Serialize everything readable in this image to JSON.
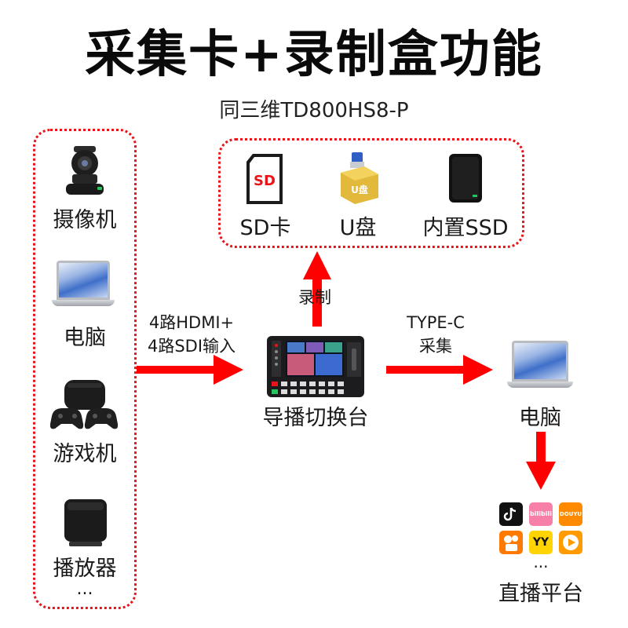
{
  "header": {
    "title": "采集卡+录制盒功能",
    "subtitle": "同三维TD800HS8-P"
  },
  "sources": {
    "items": [
      {
        "label": "摄像机",
        "icon": "ptz-camera-icon"
      },
      {
        "label": "电脑",
        "icon": "laptop-icon"
      },
      {
        "label": "游戏机",
        "icon": "game-console-icon"
      },
      {
        "label": "播放器",
        "icon": "media-player-icon"
      }
    ],
    "more": "..."
  },
  "storage": {
    "items": [
      {
        "label": "SD卡",
        "icon": "sd-card-icon",
        "icon_text": "SD"
      },
      {
        "label": "U盘",
        "icon": "usb-drive-icon",
        "icon_text": "U盘"
      },
      {
        "label": "内置SSD",
        "icon": "ssd-icon"
      }
    ]
  },
  "edges": {
    "input_line1": "4路HDMI+",
    "input_line2": "4路SDI输入",
    "record": "录制",
    "capture_line1": "TYPE-C",
    "capture_line2": "采集"
  },
  "switcher": {
    "label": "导播切换台",
    "icon": "video-switcher-icon"
  },
  "output_pc": {
    "label": "电脑",
    "icon": "laptop-icon"
  },
  "platforms": {
    "label": "直播平台",
    "more": "...",
    "logos": [
      {
        "icon": "douyin-icon",
        "color": "#111111"
      },
      {
        "icon": "bilibili-icon",
        "color": "#f77fa8",
        "text": "bilibili"
      },
      {
        "icon": "douyu-icon",
        "color": "#ff8a00",
        "text": "DOUYU"
      },
      {
        "icon": "kuaishou-icon",
        "color": "#ff7a00"
      },
      {
        "icon": "yy-icon",
        "color": "#ffd400",
        "text": "YY"
      },
      {
        "icon": "huya-icon",
        "color": "#ff9a00"
      }
    ]
  },
  "colors": {
    "accent": "#e8141a",
    "arrow": "#ff0000"
  }
}
